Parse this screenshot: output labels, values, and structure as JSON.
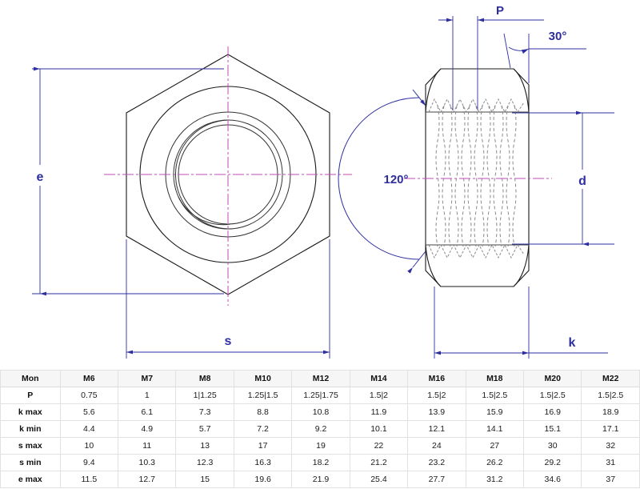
{
  "drawing": {
    "colors": {
      "dimension": "#2e2ea0",
      "outline": "#1a1a1a",
      "centerline": "#c04bb4",
      "thread_hidden": "#8a8a8a"
    },
    "front_view": {
      "name": "hex-nut-front-view",
      "labels": {
        "e": "e",
        "s": "s"
      }
    },
    "side_view": {
      "name": "hex-nut-side-view",
      "labels": {
        "p": "P",
        "angle_chamfer": "30°",
        "angle_flank": "120°",
        "d": "d",
        "k": "k"
      }
    }
  },
  "table": {
    "name": "hex-nut-dimensions-table",
    "header": [
      "Mon",
      "M6",
      "M7",
      "M8",
      "M10",
      "M12",
      "M14",
      "M16",
      "M18",
      "M20",
      "M22"
    ],
    "rows": [
      {
        "label": "P",
        "values": [
          "0.75",
          "1",
          "1|1.25",
          "1.25|1.5",
          "1.25|1.75",
          "1.5|2",
          "1.5|2",
          "1.5|2.5",
          "1.5|2.5",
          "1.5|2.5"
        ]
      },
      {
        "label": "k max",
        "values": [
          "5.6",
          "6.1",
          "7.3",
          "8.8",
          "10.8",
          "11.9",
          "13.9",
          "15.9",
          "16.9",
          "18.9"
        ]
      },
      {
        "label": "k min",
        "values": [
          "4.4",
          "4.9",
          "5.7",
          "7.2",
          "9.2",
          "10.1",
          "12.1",
          "14.1",
          "15.1",
          "17.1"
        ]
      },
      {
        "label": "s max",
        "values": [
          "10",
          "11",
          "13",
          "17",
          "19",
          "22",
          "24",
          "27",
          "30",
          "32"
        ]
      },
      {
        "label": "s min",
        "values": [
          "9.4",
          "10.3",
          "12.3",
          "16.3",
          "18.2",
          "21.2",
          "23.2",
          "26.2",
          "29.2",
          "31"
        ]
      },
      {
        "label": "e max",
        "values": [
          "11.5",
          "12.7",
          "15",
          "19.6",
          "21.9",
          "25.4",
          "27.7",
          "31.2",
          "34.6",
          "37"
        ]
      }
    ]
  }
}
